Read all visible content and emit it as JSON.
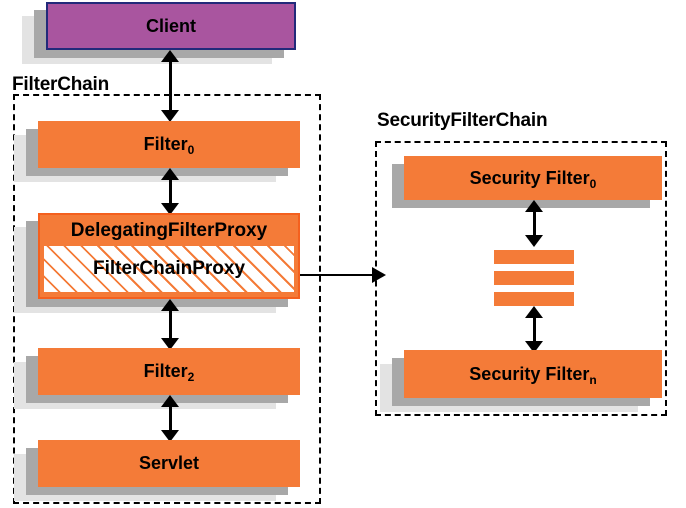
{
  "diagram": {
    "title": "Spring Security FilterChain / SecurityFilterChain delegation diagram",
    "colors": {
      "node_fill": "#f47b38",
      "node_outline": "#f4601e",
      "client_fill": "#a9559f",
      "client_outline": "#222a7a",
      "shadow_dark": "#a8a8a8",
      "shadow_light": "#e3e3e3",
      "group_border": "#000000",
      "text": "#000000"
    },
    "groups": [
      {
        "id": "filter-chain",
        "label": "FilterChain"
      },
      {
        "id": "security-filter-chain",
        "label": "SecurityFilterChain"
      }
    ],
    "nodes": {
      "client": {
        "label": "Client"
      },
      "filter0": {
        "label": "Filter",
        "sub": "0"
      },
      "delegating_filter_proxy": {
        "label": "DelegatingFilterProxy"
      },
      "filter_chain_proxy": {
        "label": "FilterChainProxy"
      },
      "filter2": {
        "label": "Filter",
        "sub": "2"
      },
      "servlet": {
        "label": "Servlet"
      },
      "security_filter0": {
        "label": "Security Filter",
        "sub": "0"
      },
      "security_filter_n": {
        "label": "Security Filter",
        "sub": "n"
      }
    },
    "connectors": [
      {
        "id": "client-to-filter0",
        "type": "bidirectional-vertical"
      },
      {
        "id": "filter0-to-delegating",
        "type": "bidirectional-vertical"
      },
      {
        "id": "delegating-to-filter2",
        "type": "bidirectional-vertical"
      },
      {
        "id": "filter2-to-servlet",
        "type": "bidirectional-vertical"
      },
      {
        "id": "filterchainproxy-to-securityfilterchain",
        "type": "unidirectional-right"
      },
      {
        "id": "securityfilter0-to-ellipsis",
        "type": "bidirectional-vertical"
      },
      {
        "id": "ellipsis-to-securityfiltern",
        "type": "bidirectional-vertical"
      }
    ]
  }
}
